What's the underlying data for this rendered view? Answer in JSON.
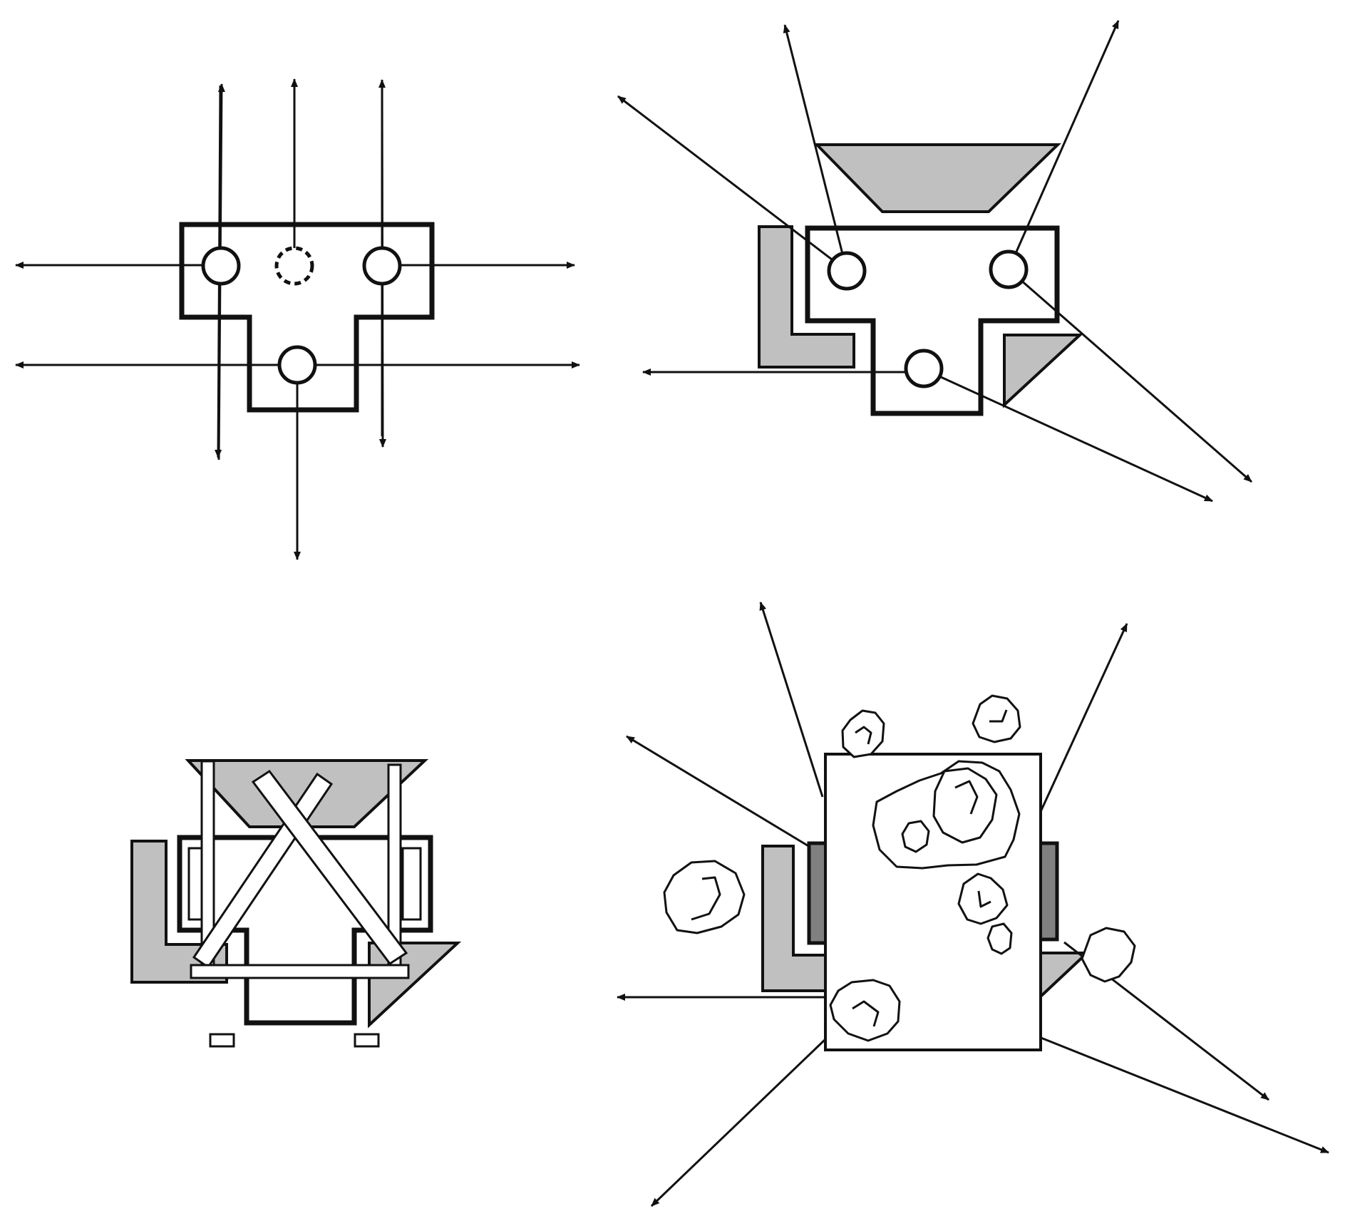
{
  "colors": {
    "ink": "#111111",
    "fill_gray": "#c0c0c0",
    "fill_dark": "#808080",
    "paper": "#ffffff"
  },
  "panels": [
    {
      "id": "panel-1",
      "description_key": "plan-with-openings-and-view-axes"
    },
    {
      "id": "panel-2",
      "description_key": "plan-with-surrounding-masses-and-diagonal-views"
    },
    {
      "id": "panel-3",
      "description_key": "structural-bracing-overlay"
    },
    {
      "id": "panel-4",
      "description_key": "massing-with-rocks-and-radiating-views"
    }
  ]
}
